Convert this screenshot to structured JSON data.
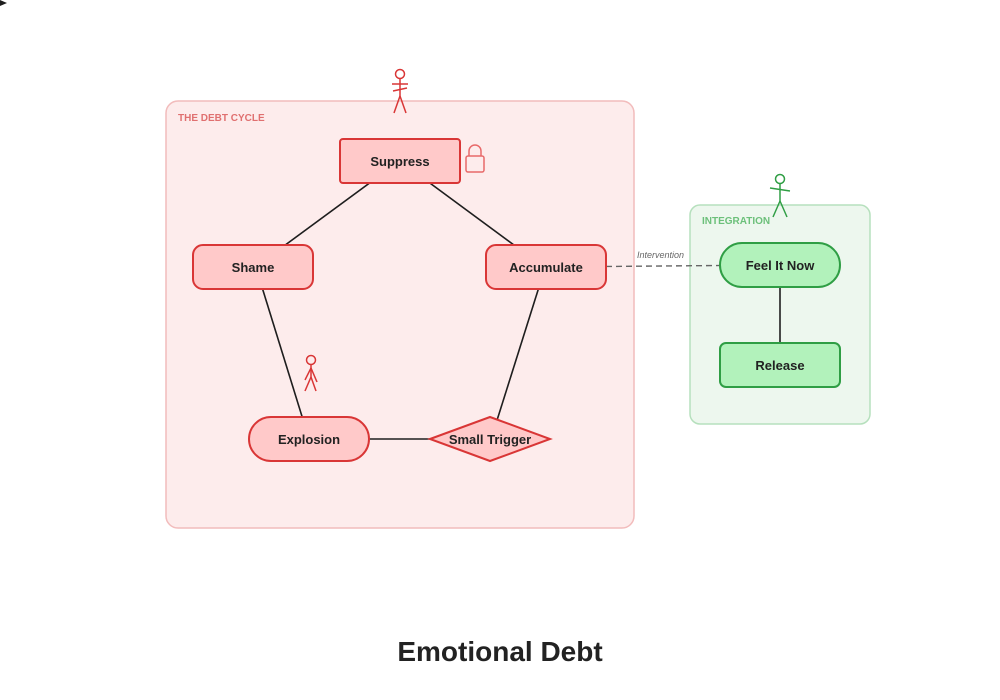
{
  "title": "Emotional Debt",
  "groups": {
    "debt_cycle": {
      "label": "THE DEBT CYCLE"
    },
    "integration": {
      "label": "INTEGRATION"
    }
  },
  "nodes": {
    "suppress": "Suppress",
    "accumulate": "Accumulate",
    "small_trigger": "Small Trigger",
    "explosion": "Explosion",
    "shame": "Shame",
    "feel_it_now": "Feel It Now",
    "release": "Release"
  },
  "edges": {
    "intervention_label": "Intervention"
  },
  "icons": [
    "actor-icon",
    "lock-icon",
    "actor-icon",
    "actor-icon"
  ],
  "colors": {
    "cycle_fill": "#fdecec",
    "cycle_border": "#f2bcbc",
    "cycle_label": "#e07070",
    "red_node_fill": "#ffc9c9",
    "red_node_stroke": "#d93636",
    "integration_fill": "#edf7ee",
    "integration_border": "#b6e0bd",
    "integration_label": "#6cc07a",
    "green_node_fill": "#b2f2bb",
    "green_node_stroke": "#2f9e44",
    "arrow": "#1e1e1e",
    "dashed_edge": "#666666"
  }
}
